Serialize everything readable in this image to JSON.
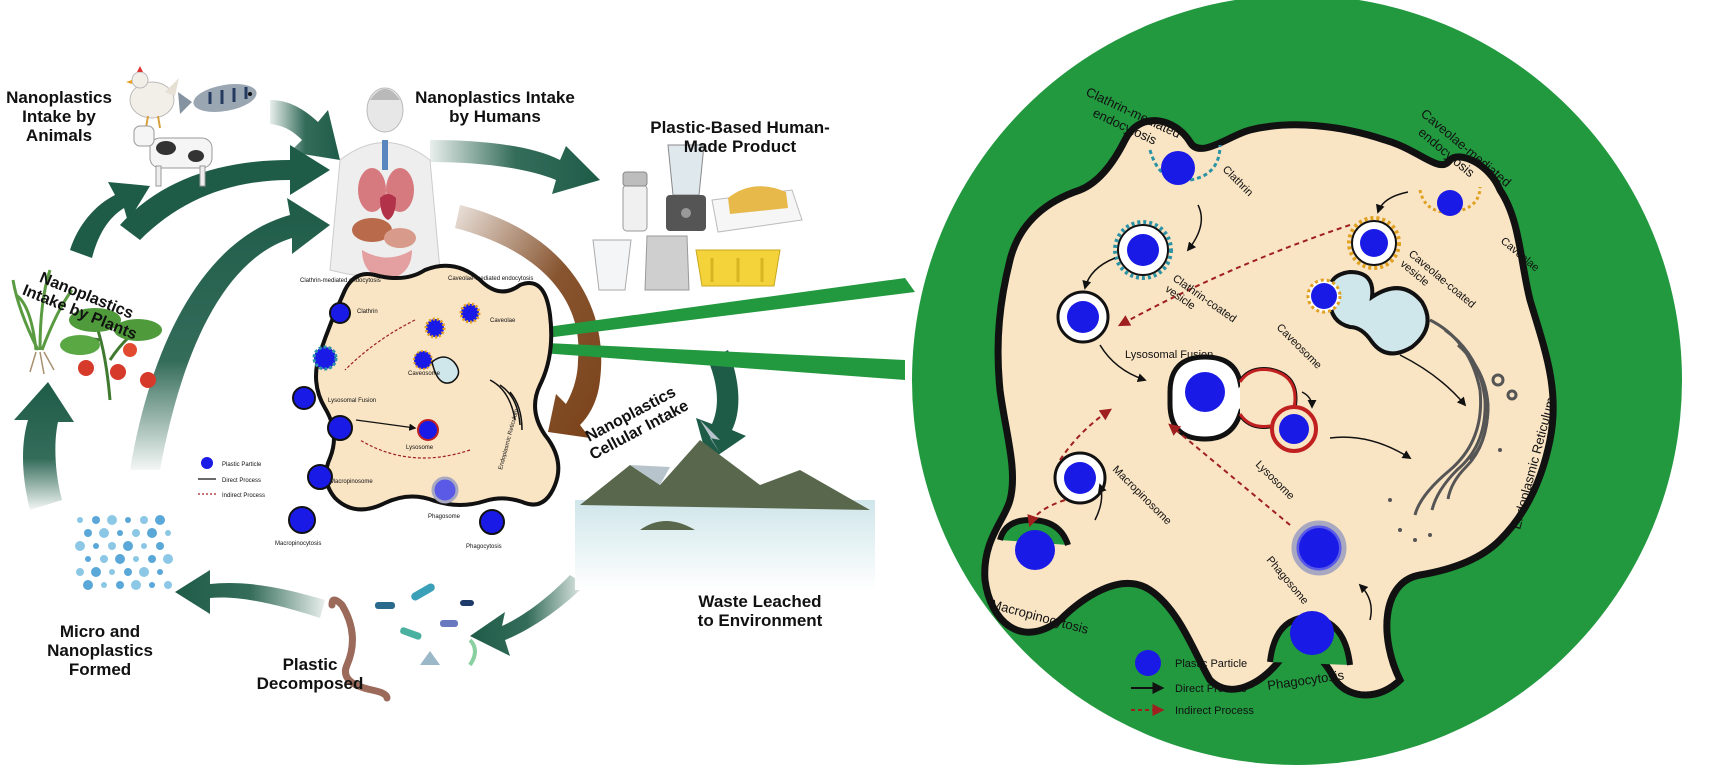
{
  "colors": {
    "cycle_arrow": "#1e5c48",
    "cell_fill": "#f9e4c4",
    "cell_outline": "#111111",
    "particle": "#1a1ae6",
    "zoom_bg": "#22983f",
    "brown_arrow": "#7a4219",
    "clathrin": "#2c93a6",
    "caveolin": "#e0a020",
    "lysosome_ring": "#c02020",
    "indirect": "#a02020",
    "phagosome_ring": "#a8a8c0"
  },
  "overview": {
    "labels": {
      "animals": "Nanoplastics\nIntake by\nAnimals",
      "humans": "Nanoplastics Intake\nby Humans",
      "product": "Plastic-Based Human-\nMade Product",
      "plants": "Nanoplastics\nIntake by Plants",
      "cellular": "Nanoplastics\nCellular Intake",
      "waste": "Waste Leached\nto Environment",
      "decomposed": "Plastic\nDecomposed",
      "formed": "Micro and\nNanoplastics\nFormed"
    },
    "icons": [
      "chicken-icon",
      "fish-icon",
      "cow-icon",
      "human-body-icon",
      "salt-shaker-icon",
      "blender-icon",
      "food-tray-icon",
      "plastic-cup-icon",
      "plastic-bag-icon",
      "plastic-basket-icon",
      "grass-icon",
      "tomato-plant-icon",
      "mountain-lake-icon",
      "worm-icon",
      "bacteria-icon",
      "particles-icon"
    ]
  },
  "cell": {
    "clathrin_mediated": "Clathrin-mediated\nendocytosis",
    "caveolae_mediated": "Caveolae-mediated\nendocytosis",
    "clathrin": "Clathrin",
    "clathrin_coated_vesicle": "Clathrin-coated\nvesicle",
    "caveolae": "Caveolae",
    "caveolae_coated_vesicle": "Caveolae-coated\nvesicle",
    "caveosome": "Caveosome",
    "lysosomal_fusion": "Lysosomal Fusion",
    "lysosome": "Lysosome",
    "endoplasmic_reticulum": "Endoplasmic Reticulum",
    "macropinosome": "Macropinosome",
    "macropinocytosis": "Macropinocytosis",
    "phagosome": "Phagosome",
    "phagocytosis": "Phagocytosis"
  },
  "legend": {
    "plastic_particle": "Plastic Particle",
    "direct_process": "Direct Process",
    "indirect_process": "Indirect Process"
  }
}
